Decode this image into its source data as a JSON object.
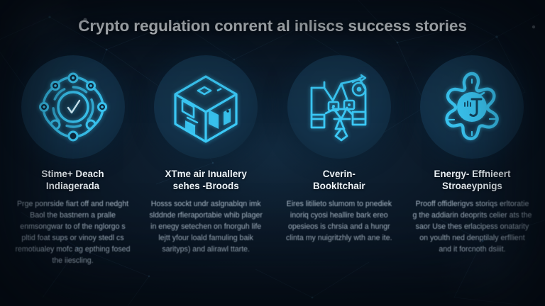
{
  "page": {
    "title": "Crypto regulation conrent al inliscs success stories",
    "title_parts": [
      "Crypto regulation conrent al ",
      "inliscs",
      " success stories"
    ],
    "background_color": "#0b1825",
    "accent_color": "#3bc8f5",
    "circle_color": "#123048",
    "heading_color": "#eef5fa",
    "body_color": "#b8c8d6"
  },
  "cards": [
    {
      "icon": "gear-network-check-icon",
      "heading_line1": "Stime+ Deach",
      "heading_line2": "Indiagerada",
      "body": "Prge ponrside fiart off and nedght Baol the bastnern a pralle enmsongwar to of the nglorgo s pltid foat sups or vinoy stedl cs remotiualey mofc ag epthing fosed the iiescling."
    },
    {
      "icon": "isometric-cube-box-icon",
      "heading_line1": "XTme air Inuallery",
      "heading_line2": "sehes -Broods",
      "body": "Hosss sockt undr aslgnablqn imk slddnde rfieraportabie whib plager in enegy setechen on fnorguh life lejtt yfour loald famuling baik sarityps) and alirawl ttarte."
    },
    {
      "icon": "network-nodes-diagram-icon",
      "heading_line1": "Cverin-",
      "heading_line2": "BookItchair",
      "body": "Eires litilieto slumom to pnediek inoriq cyosi heallire bark ereo opesieos is chrsia and a hungr clinta my nuigritzhly wth ane ite."
    },
    {
      "icon": "energy-node-star-icon",
      "heading_line1": "Energy- Effnieert",
      "heading_line2": "Stroaeypnigs",
      "body": "Prooff offidlerigvs storiqs erltoratie g the addiarin deoprits celier ats the saor Use thes erlacipess onatarity on youlth ned denptilaly erfllient and it forcnoth dsiiit."
    }
  ]
}
